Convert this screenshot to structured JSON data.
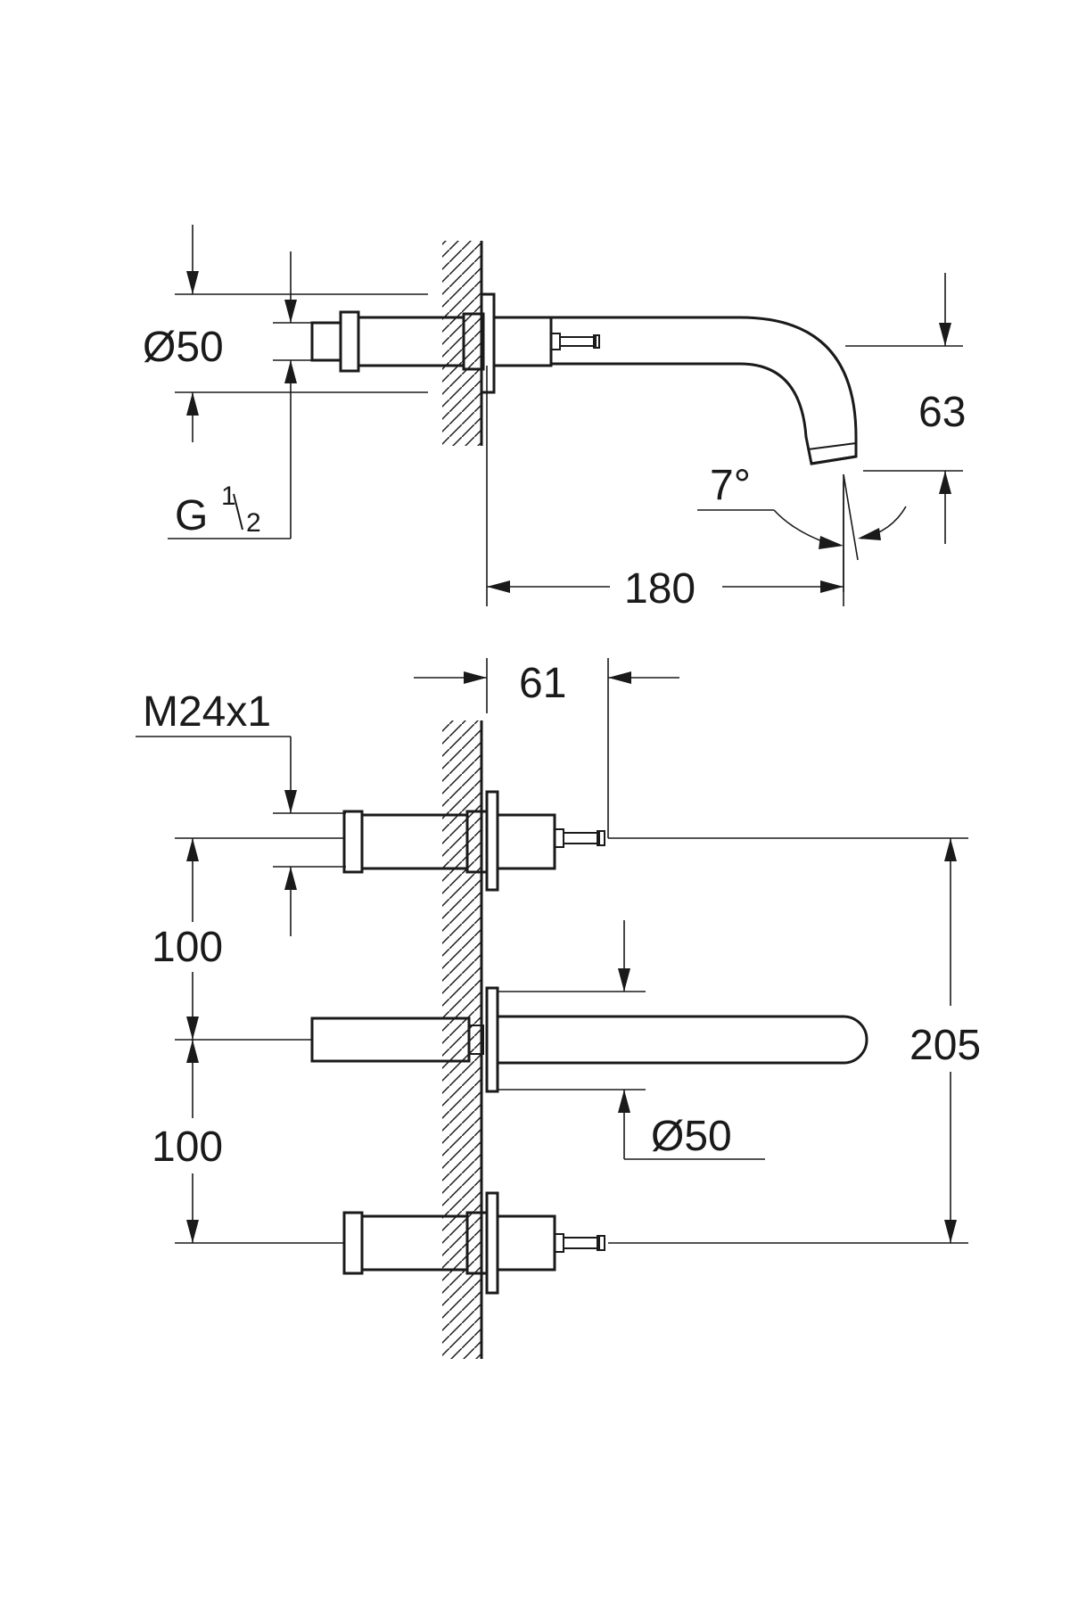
{
  "side_view": {
    "dia_outlet": "Ø50",
    "thread_main": "G",
    "thread_frac_num": "1",
    "thread_frac_den": "2",
    "spout_height": "63",
    "spout_angle": "7°",
    "spout_projection": "180"
  },
  "front_view": {
    "wall_depth": "61",
    "thread_valve": "M24x1",
    "spacing_upper": "100",
    "spacing_lower": "100",
    "total_spacing": "205",
    "dia_spout": "Ø50"
  }
}
